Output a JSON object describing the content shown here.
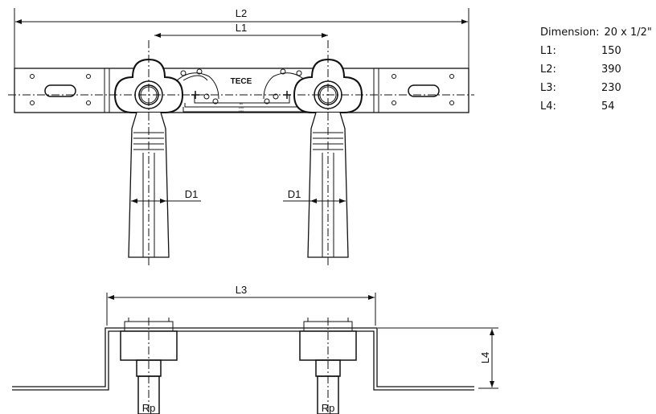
{
  "drawing": {
    "brand": "TECE",
    "labels": {
      "l1": "L1",
      "l2": "L2",
      "l3": "L3",
      "l4": "L4",
      "d1": "D1",
      "rp": "Rp"
    },
    "spacing_marks": [
      "80",
      "100",
      "150"
    ]
  },
  "specs": [
    {
      "label": "Dimension:",
      "value": "20 x 1/2\""
    },
    {
      "label": "L1:",
      "value": "150"
    },
    {
      "label": "L2:",
      "value": "390"
    },
    {
      "label": "L3:",
      "value": "230"
    },
    {
      "label": "L4:",
      "value": "54"
    }
  ]
}
